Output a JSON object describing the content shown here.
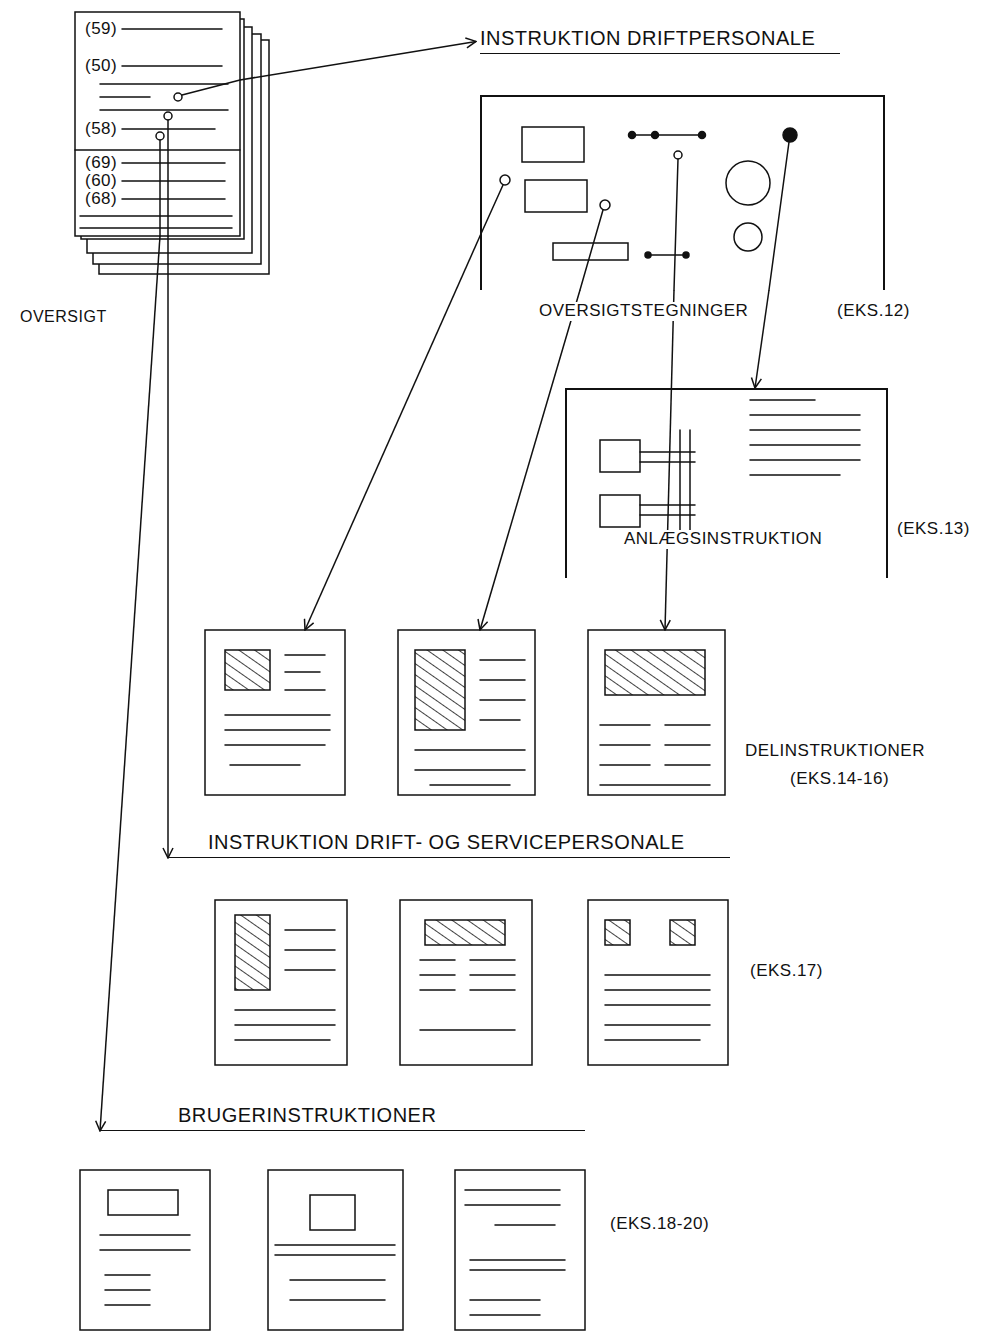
{
  "diagram": {
    "nodes": [
      {
        "text": [
          "(59)",
          "(50)",
          "(58)",
          "(69)",
          "(60)",
          "(68)",
          "OVERSIGT"
        ]
      },
      {
        "text": [
          "INSTRUKTION DRIFTPERSONALE"
        ]
      },
      {
        "text": [
          "OVERSIGTSTEGNINGER",
          "(EKS.12)"
        ]
      },
      {
        "text": [
          "ANLÆGSINSTRUKTION",
          "(EKS.13)"
        ]
      },
      {
        "text": [
          "DELINSTRUKTIONER",
          "(EKS.14-16)"
        ]
      },
      {
        "text": [
          "INSTRUKTION DRIFT- OG SERVICEPERSONALE"
        ]
      },
      {
        "text": [
          "(EKS.17)"
        ]
      },
      {
        "text": [
          "BRUGERINSTRUKTIONER"
        ]
      },
      {
        "text": [
          "(EKS.18-20)"
        ]
      }
    ],
    "edges": [
      {
        "from": 0,
        "to": 1,
        "arrow": "to"
      },
      {
        "from": 2,
        "to": 3,
        "arrow": "to"
      },
      {
        "from": 2,
        "to": 4,
        "arrow": "to"
      },
      {
        "from": 2,
        "to": 4,
        "arrow": "to"
      },
      {
        "from": 2,
        "to": 4,
        "arrow": "to"
      },
      {
        "from": 0,
        "to": 5,
        "arrow": "to"
      },
      {
        "from": 0,
        "to": 7,
        "arrow": "to"
      }
    ]
  }
}
